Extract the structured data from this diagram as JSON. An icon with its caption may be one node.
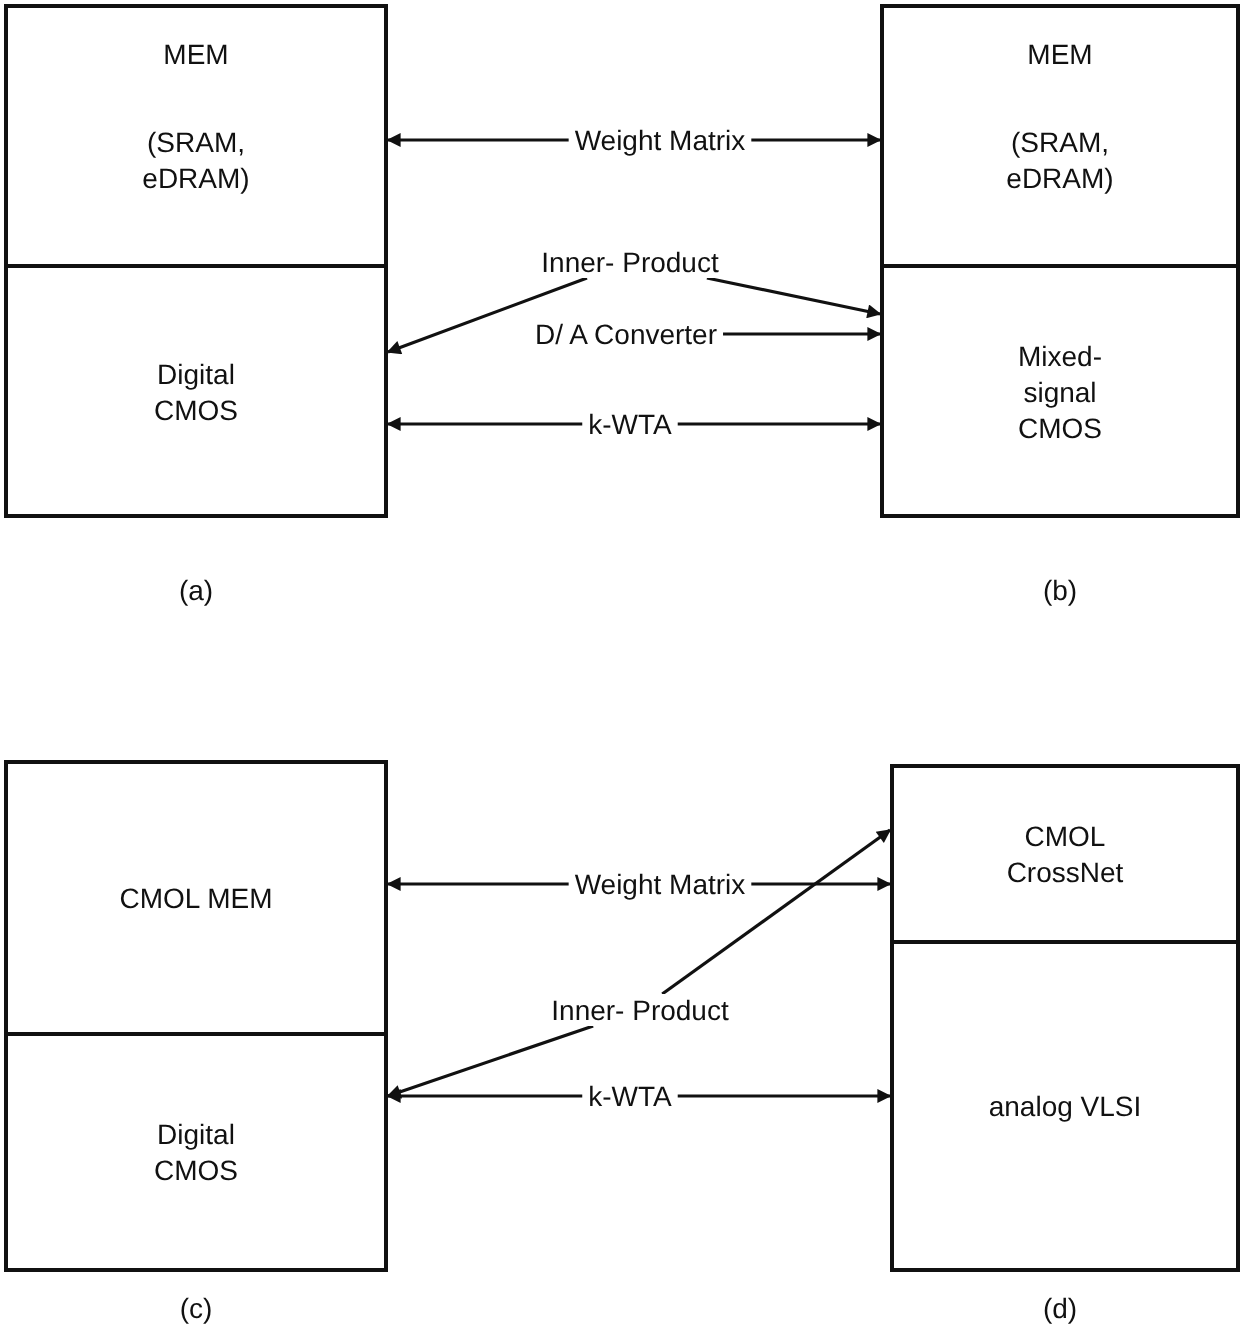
{
  "diagram": {
    "nodes": [
      {
        "text": [
          "MEM",
          "(SRAM, eDRAM)"
        ]
      },
      {
        "text": [
          "Digital CMOS"
        ]
      },
      {
        "text": [
          "MEM",
          "(SRAM, eDRAM)"
        ]
      },
      {
        "text": [
          "Mixed-signal CMOS"
        ]
      },
      {
        "text": [
          "Weight Matrix"
        ]
      },
      {
        "text": [
          "Inner- Product"
        ]
      },
      {
        "text": [
          "D/ A Converter"
        ]
      },
      {
        "text": [
          "k-WTA"
        ]
      },
      {
        "text": [
          "CMOL MEM"
        ]
      },
      {
        "text": [
          "Digital CMOS"
        ]
      },
      {
        "text": [
          "CMOL CrossNet"
        ]
      },
      {
        "text": [
          "analog VLSI"
        ]
      },
      {
        "text": [
          "Weight Matrix"
        ]
      },
      {
        "text": [
          "Inner- Product"
        ]
      },
      {
        "text": [
          "k-WTA"
        ]
      }
    ],
    "edges": [
      {
        "from": 4,
        "to": 0,
        "arrow": "to"
      },
      {
        "from": 4,
        "to": 2,
        "arrow": "to"
      },
      {
        "from": 5,
        "to": 1,
        "arrow": "to"
      },
      {
        "from": 5,
        "to": 3,
        "arrow": "to"
      },
      {
        "from": 6,
        "to": 3,
        "arrow": "to"
      },
      {
        "from": 7,
        "to": 1,
        "arrow": "to"
      },
      {
        "from": 7,
        "to": 3,
        "arrow": "to"
      },
      {
        "from": 12,
        "to": 8,
        "arrow": "to"
      },
      {
        "from": 12,
        "to": 10,
        "arrow": "to"
      },
      {
        "from": 13,
        "to": 9,
        "arrow": "to"
      },
      {
        "from": 13,
        "to": 10,
        "arrow": "to"
      },
      {
        "from": 14,
        "to": 9,
        "arrow": "to"
      },
      {
        "from": 14,
        "to": 11,
        "arrow": "to"
      }
    ],
    "labels": [
      "(a)",
      "(b)",
      "(c)",
      "(d)"
    ]
  }
}
